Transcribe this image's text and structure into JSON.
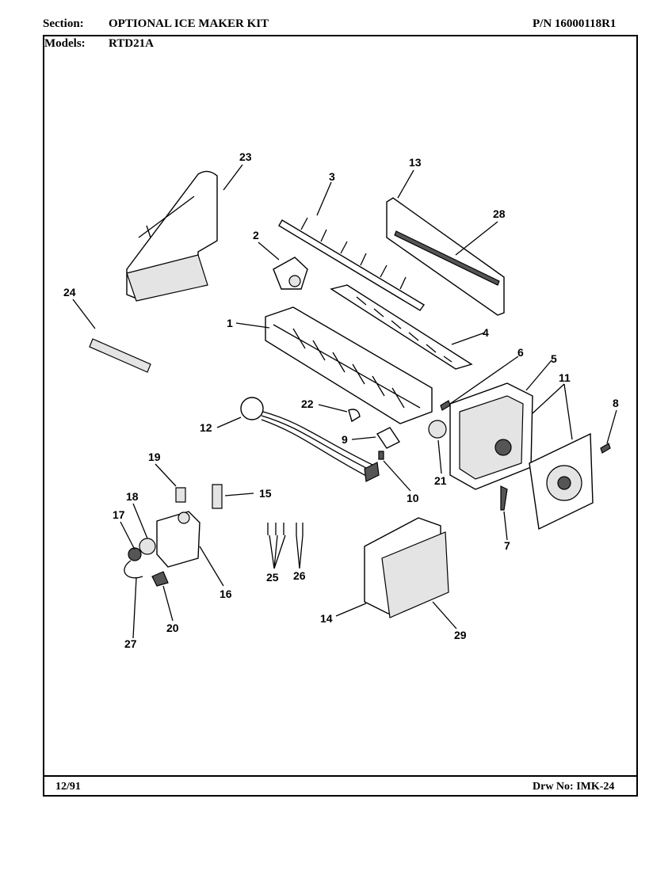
{
  "header": {
    "section_label": "Section:",
    "section_title": "OPTIONAL ICE MAKER KIT",
    "part_number": "P/N 16000118R1",
    "models_label": "Models:",
    "models_value": "RTD21A"
  },
  "footer": {
    "date": "12/91",
    "drawing_number": "Drw No: IMK-24"
  },
  "callouts": [
    "23",
    "3",
    "13",
    "28",
    "2",
    "24",
    "1",
    "4",
    "6",
    "5",
    "11",
    "8",
    "22",
    "12",
    "9",
    "21",
    "10",
    "19",
    "15",
    "18",
    "17",
    "16",
    "25",
    "26",
    "7",
    "14",
    "29",
    "20",
    "27"
  ]
}
